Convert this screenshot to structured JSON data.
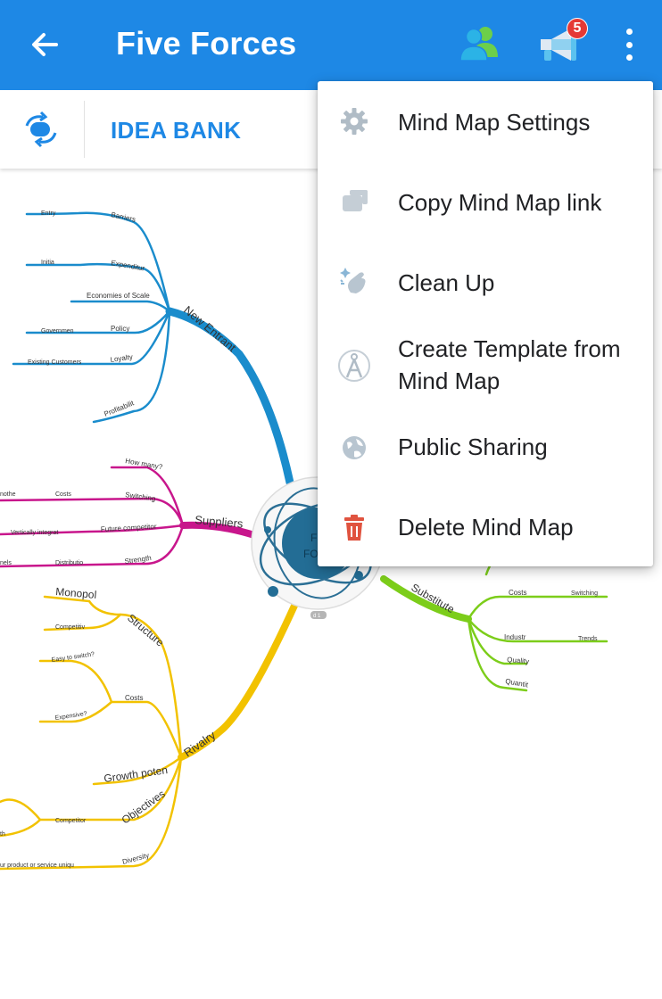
{
  "header": {
    "title": "Five Forces",
    "notification_count": "5",
    "icons": {
      "back": "arrow-left-icon",
      "collaborators": "people-icon",
      "announcements": "megaphone-icon",
      "more": "more-vertical-icon"
    },
    "color": "#1e88e5"
  },
  "toolbar": {
    "mode_icon": "rotate-mode-icon",
    "idea_bank_label": "IDEA BANK"
  },
  "menu": {
    "items": [
      {
        "label": "Mind Map Settings",
        "icon": "gear-icon"
      },
      {
        "label": "Copy Mind Map link",
        "icon": "copy-link-icon"
      },
      {
        "label": "Clean Up",
        "icon": "clean-up-icon"
      },
      {
        "label": "Create Template from Mind Map",
        "icon": "compass-icon"
      },
      {
        "label": "Public Sharing",
        "icon": "globe-icon"
      },
      {
        "label": "Delete Mind Map",
        "icon": "trash-icon"
      }
    ]
  },
  "mindmap": {
    "center_label_line1": "FI",
    "center_label_line2": "FO",
    "center_badge": "d 1",
    "branches": {
      "new_entrant": {
        "label": "New Entrant",
        "color": "#1a8ccc",
        "children": [
          "Barriers",
          "Expenditur",
          "Economies of Scale",
          "Policy",
          "Loyalty",
          "Profitabilit"
        ],
        "grandchildren": [
          "Entry",
          "Initia",
          "Governmen",
          "Existing Customers"
        ]
      },
      "suppliers": {
        "label": "Suppliers",
        "color": "#c8168c",
        "children": [
          "How many?",
          "Switching",
          "Future competitor",
          "Strength"
        ],
        "grandchildren": [
          "Costs",
          "nothe",
          "Vertically integrat",
          "Distributio",
          "nels"
        ]
      },
      "rivalry": {
        "label": "Rivalry",
        "color": "#f2c200",
        "children": [
          "Structure",
          "Costs",
          "Growth poten",
          "Objectives",
          "Diversity"
        ],
        "grandchildren": [
          "Monopol",
          "Competitiv",
          "Easy to switch?",
          "Expensive?",
          "Competitor",
          "th",
          "ur product or service uniqu"
        ]
      },
      "substitute": {
        "label": "Substitute",
        "color": "#7ccd1a",
        "children": [
          "Costs",
          "Industr",
          "Quality",
          "Quantit"
        ],
        "grandchildren": [
          "Switching",
          "Trends"
        ]
      }
    }
  }
}
